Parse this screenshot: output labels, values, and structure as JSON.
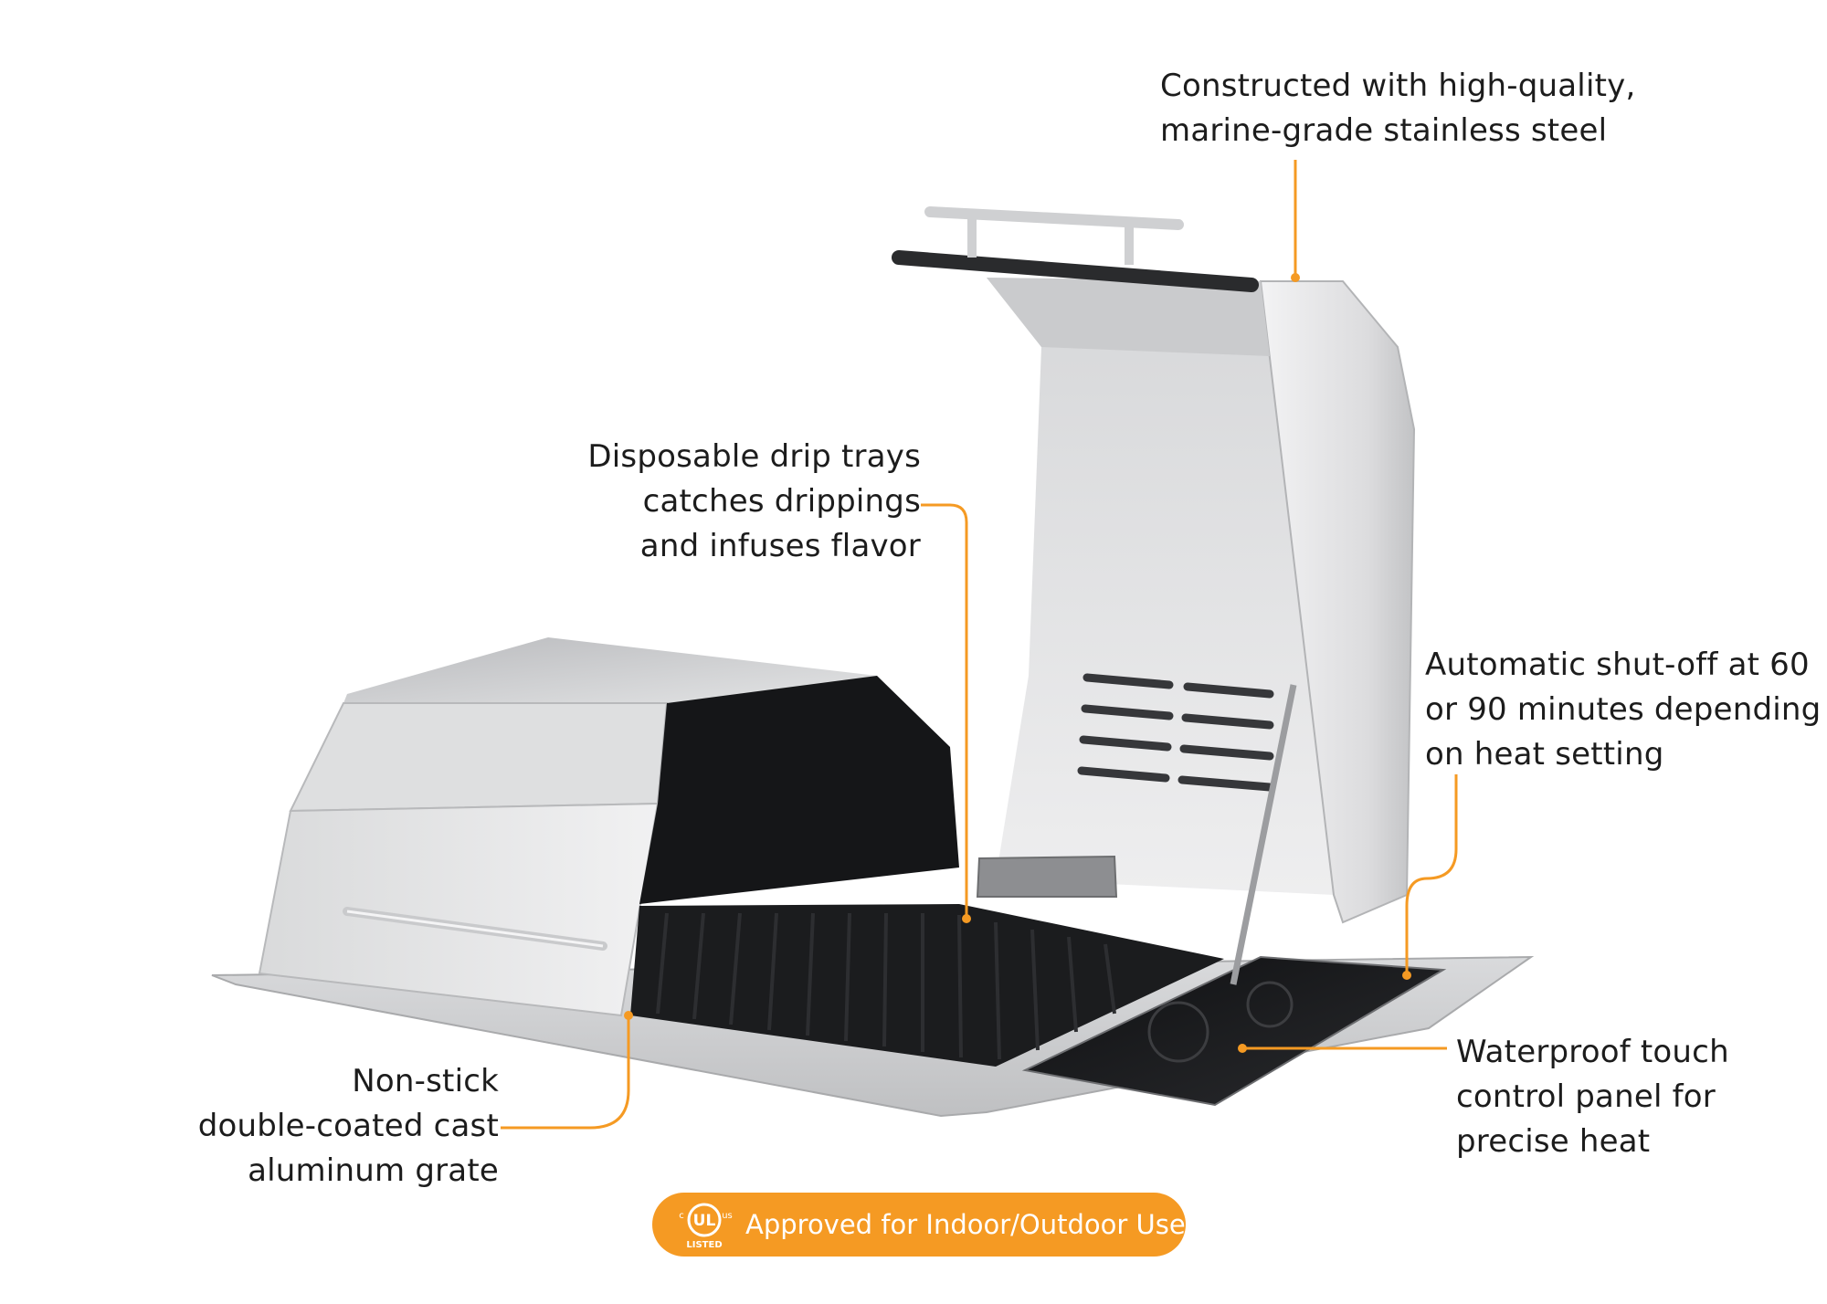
{
  "colors": {
    "accent": "#f59a23",
    "text": "#1c1c1c",
    "steel_light": "#e9e9ea",
    "steel_mid": "#c7c8ca",
    "steel_dark": "#9a9b9e",
    "grate": "#1d1e20"
  },
  "callouts": {
    "steel": {
      "lines": [
        "Constructed with high-quality,",
        "marine-grade stainless steel"
      ]
    },
    "drip": {
      "lines": [
        "Disposable drip trays",
        "catches drippings",
        "and infuses flavor"
      ]
    },
    "shutoff": {
      "lines": [
        "Automatic shut-off at 60",
        "or 90 minutes depending",
        "on heat setting"
      ]
    },
    "grate": {
      "lines": [
        "Non-stick",
        "double-coated cast",
        "aluminum grate"
      ]
    },
    "panel": {
      "lines": [
        "Waterproof touch",
        "control panel for",
        "precise heat"
      ]
    }
  },
  "badge": {
    "mark_text": "c UL us LISTED",
    "text": "Approved for Indoor/Outdoor Use",
    "icon": "ul-listed-icon"
  },
  "product": {
    "icon": "electric-grill-illustration"
  }
}
